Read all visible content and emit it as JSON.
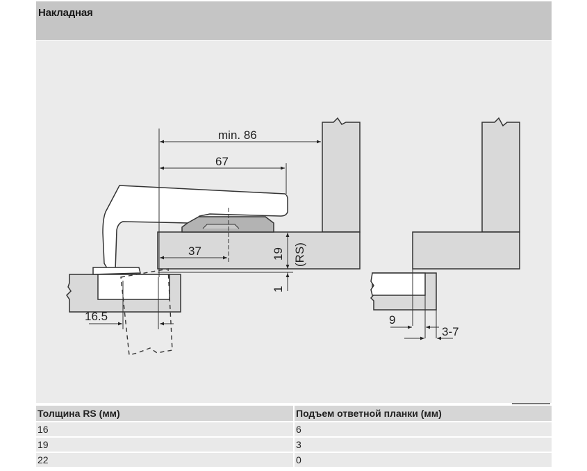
{
  "header": {
    "title": "Накладная"
  },
  "diagram": {
    "left_view": {
      "dimensions": {
        "overall_min": "min. 86",
        "arm_length": "67",
        "cup_center": "37",
        "door_thickness": "19",
        "door_thickness_label": "(RS)",
        "gap": "1",
        "cup_offset": "16.5"
      }
    },
    "right_view": {
      "dimensions": {
        "plate_distance": "9",
        "overlay_range": "3-7"
      }
    },
    "colors": {
      "background": "#ebebeb",
      "panel_fill": "#d9d9d9",
      "hinge_fill": "#ffffff",
      "plate_fill": "#b3b3b3",
      "line": "#333333"
    }
  },
  "table": {
    "columns": [
      "Толщина RS (мм)",
      "Подъем ответной планки (мм)"
    ],
    "rows": [
      [
        "16",
        "6"
      ],
      [
        "19",
        "3"
      ],
      [
        "22",
        "0"
      ]
    ]
  }
}
